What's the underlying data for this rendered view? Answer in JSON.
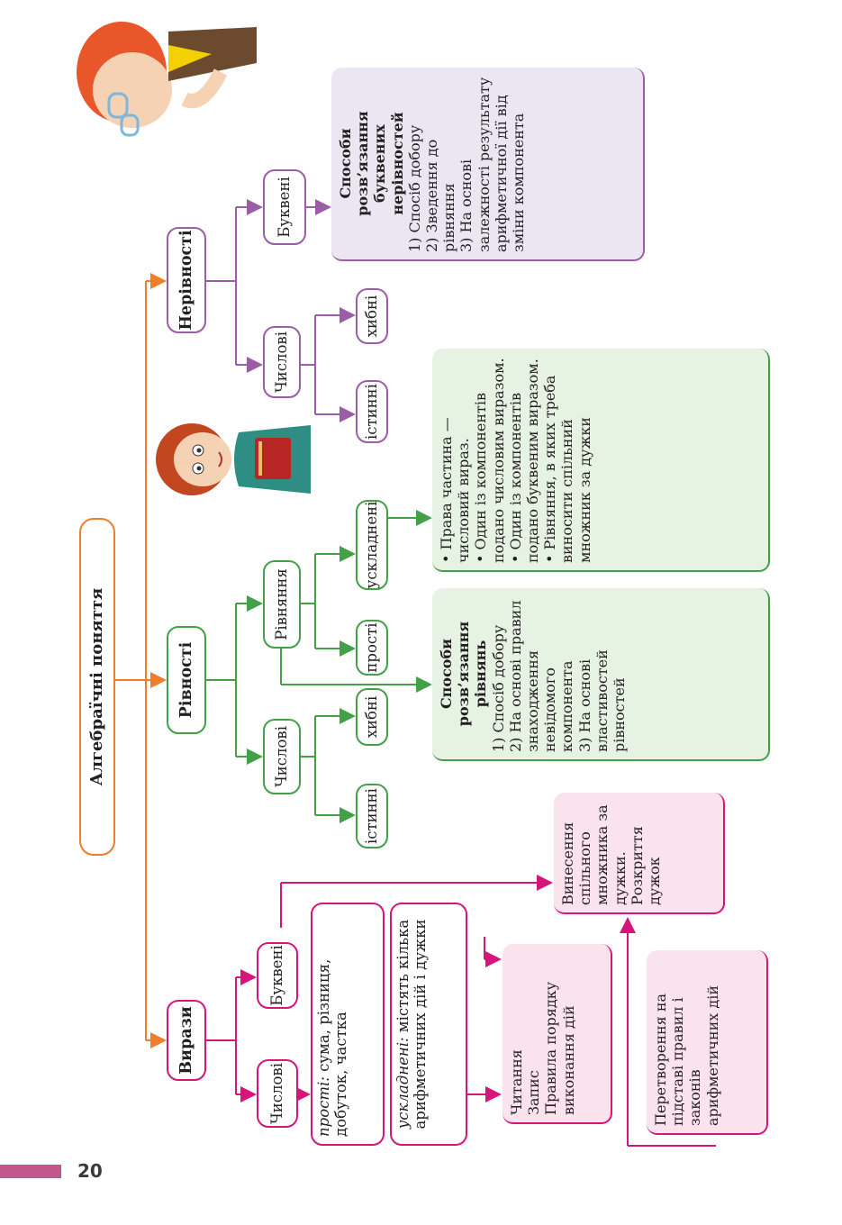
{
  "page_number": "20",
  "root": {
    "label": "Алгебраїчні поняття"
  },
  "branches": {
    "expressions": {
      "label": "Вирази"
    },
    "equalities": {
      "label": "Рівності"
    },
    "inequalities": {
      "label": "Нерівності"
    }
  },
  "expressions": {
    "numeric": "Числові",
    "letter": "Буквені",
    "simple_prefix": "прості:",
    "simple_text": "сума, різниця, добуток, частка",
    "complex_prefix": "ускладнені:",
    "complex_text": "містять кілька арифметичних дій і дужки",
    "reading_panel": [
      "Читання",
      "Запис",
      "Правила порядку виконання дій"
    ],
    "factor_panel": [
      "Винесення спільного множника за дужки.",
      "Розкриття дужок"
    ],
    "transform_panel": [
      "Перетворення на підставі правил і законів арифметичних дій"
    ]
  },
  "equalities": {
    "numeric": "Числові",
    "true": "істинні",
    "false": "хибні",
    "equations": "Рівняння",
    "simple": "прості",
    "complex": "ускладнені",
    "methods_panel": {
      "title": "Способи розв’язання рівнянь",
      "items": [
        "1) Спосіб добору",
        "2) На основі правил знаходження невідомого компонента",
        "3) На основі властивостей рівностей"
      ]
    },
    "complex_panel": [
      "Права частина — числовий вираз.",
      "Один із компонентів подано числовим виразом.",
      "Один із компонентів подано буквеним виразом.",
      "Рівняння, в яких треба виносити спільний множник за дужки"
    ]
  },
  "inequalities": {
    "numeric": "Числові",
    "true": "істинні",
    "false": "хибні",
    "letter": "Буквені",
    "methods_panel": {
      "title": "Способи розв’язання буквених нерівностей",
      "items": [
        "1) Спосіб добору",
        "2) Зведення до рівняння",
        "3) На основі залежності результату арифметичної дії від зміни компонента"
      ]
    }
  },
  "colors": {
    "root": "#ef7d2a",
    "expressions": "#d6157a",
    "equalities": "#43a047",
    "inequalities": "#9b5ca8",
    "pink_panel": "#fbe3ee",
    "green_panel": "#e6f3e3",
    "lilac_panel": "#ece6f2",
    "page_bar": "#c2578b"
  }
}
